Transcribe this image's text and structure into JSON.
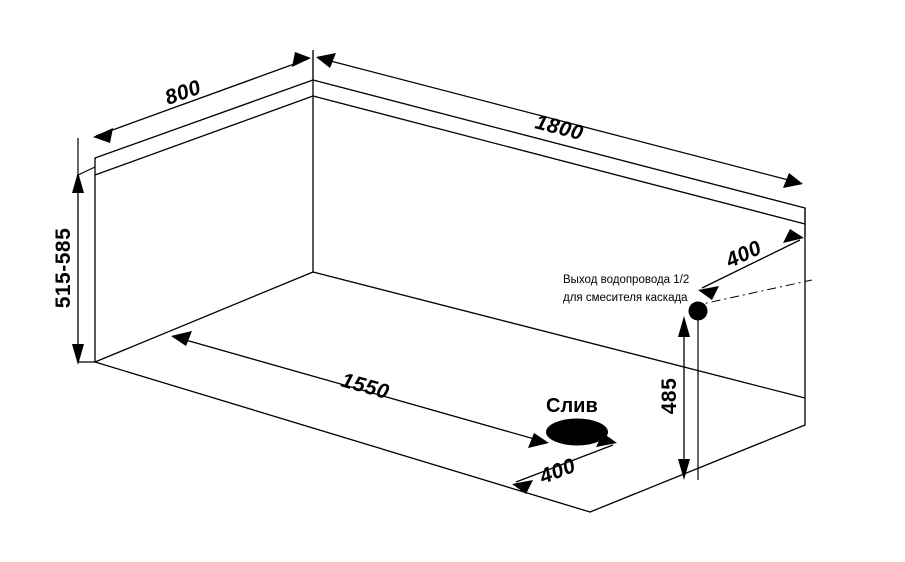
{
  "drawing": {
    "title": "Bathtub dimensional isometric drawing",
    "background_color": "#ffffff",
    "line_color": "#000000",
    "units_note": "mm"
  },
  "dimensions": {
    "width_800": "800",
    "length_1800": "1800",
    "height_515_585": "515-585",
    "inner_length_1550": "1550",
    "drain_offset_400": "400",
    "outlet_offset_400": "400",
    "outlet_height_485": "485"
  },
  "annotations": {
    "drain_label": "Слив",
    "water_outlet_line1": "Выход водопровода 1/2",
    "water_outlet_line2": "для смесителя каскада"
  },
  "features": {
    "drain_marker": "drain-ellipse",
    "water_outlet_marker": "water-outlet-dot"
  }
}
